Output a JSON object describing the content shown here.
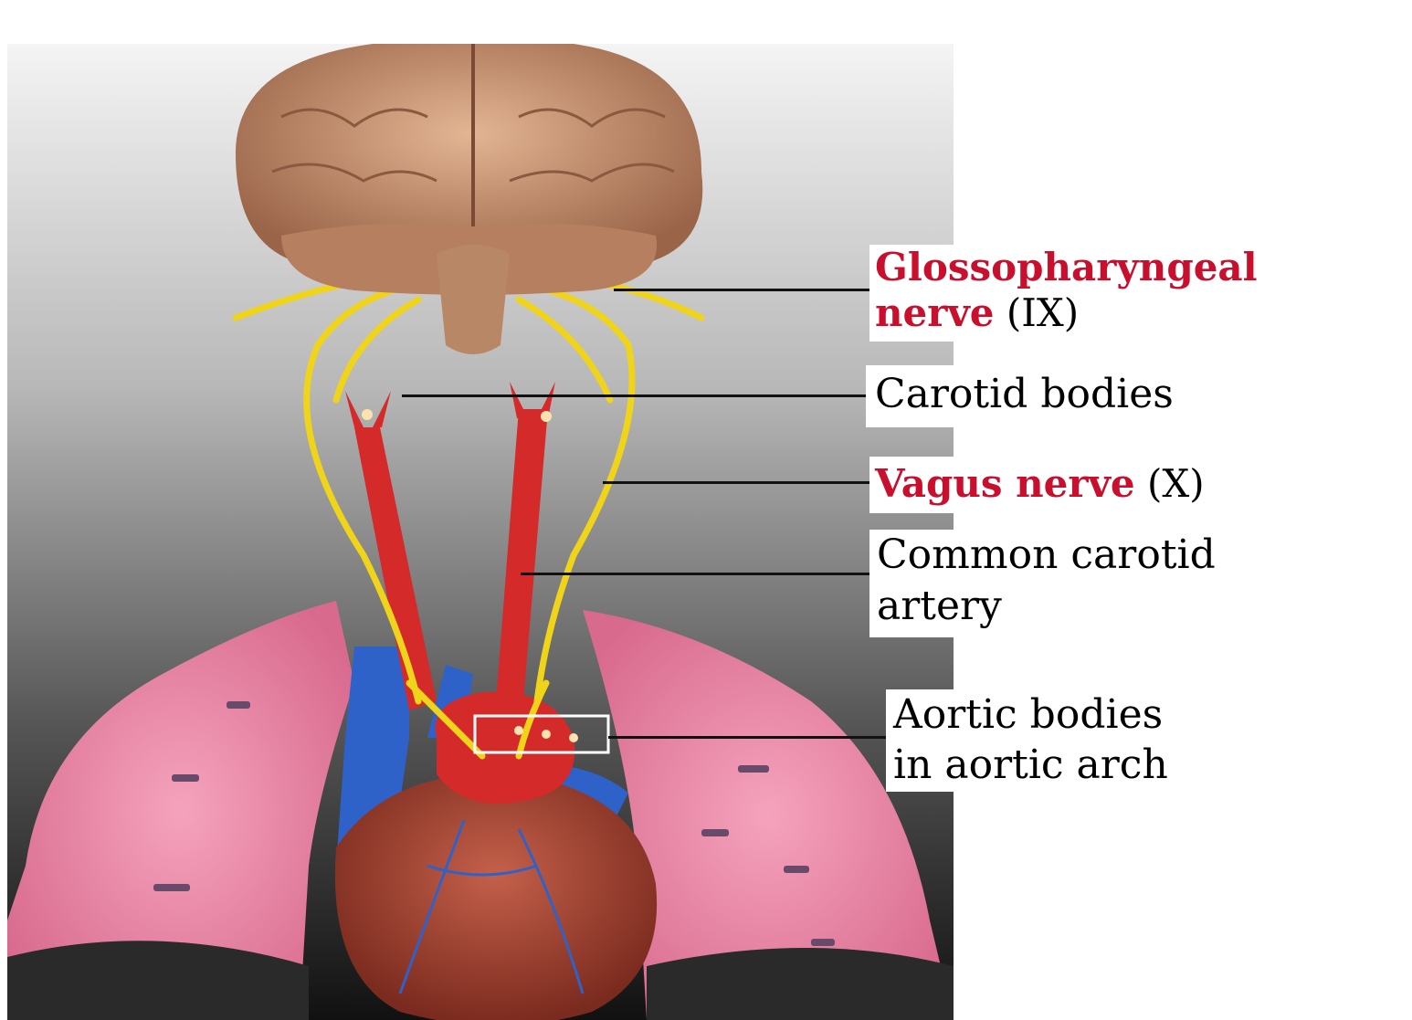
{
  "labels": {
    "glossopharyngeal": {
      "name_line1": "Glossopharyngeal",
      "name_line2": "nerve",
      "numeral": "(IX)"
    },
    "carotid_bodies": "Carotid bodies",
    "vagus": {
      "name": "Vagus nerve",
      "numeral": "(X)"
    },
    "common_carotid": {
      "line1": "Common carotid",
      "line2": "artery"
    },
    "aortic_bodies": {
      "line1": "Aortic bodies",
      "line2": "in aortic arch"
    }
  },
  "colors": {
    "label_accent": "#c8102e",
    "nerve": "#f0d419",
    "artery": "#d42a2a",
    "vein": "#2f62c8",
    "lung": "#f08aa8",
    "heart": "#b04a3a",
    "brain": "#c99270"
  }
}
